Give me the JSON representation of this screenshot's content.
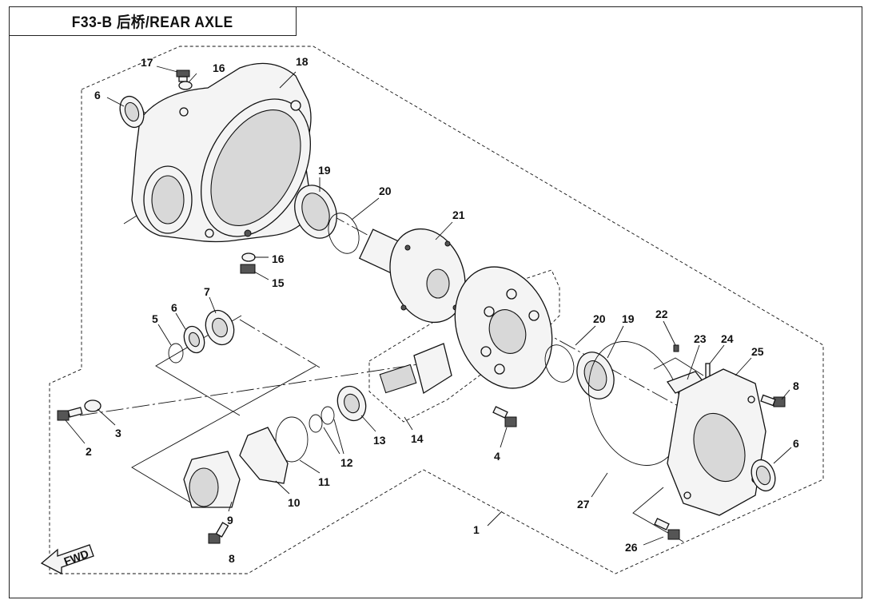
{
  "title": "F33-B 后桥/REAR  AXLE",
  "fwd_label": "FWD",
  "callouts": [
    {
      "id": "c1",
      "text": "1"
    },
    {
      "id": "c2",
      "text": "2"
    },
    {
      "id": "c3",
      "text": "3"
    },
    {
      "id": "c4",
      "text": "4"
    },
    {
      "id": "c5",
      "text": "5"
    },
    {
      "id": "c6a",
      "text": "6"
    },
    {
      "id": "c6b",
      "text": "6"
    },
    {
      "id": "c6c",
      "text": "6"
    },
    {
      "id": "c7",
      "text": "7"
    },
    {
      "id": "c8a",
      "text": "8"
    },
    {
      "id": "c8b",
      "text": "8"
    },
    {
      "id": "c9",
      "text": "9"
    },
    {
      "id": "c10",
      "text": "10"
    },
    {
      "id": "c11",
      "text": "11"
    },
    {
      "id": "c12",
      "text": "12"
    },
    {
      "id": "c13",
      "text": "13"
    },
    {
      "id": "c14",
      "text": "14"
    },
    {
      "id": "c15",
      "text": "15"
    },
    {
      "id": "c16a",
      "text": "16"
    },
    {
      "id": "c16b",
      "text": "16"
    },
    {
      "id": "c17",
      "text": "17"
    },
    {
      "id": "c18",
      "text": "18"
    },
    {
      "id": "c19a",
      "text": "19"
    },
    {
      "id": "c19b",
      "text": "19"
    },
    {
      "id": "c20a",
      "text": "20"
    },
    {
      "id": "c20b",
      "text": "20"
    },
    {
      "id": "c21",
      "text": "21"
    },
    {
      "id": "c22",
      "text": "22"
    },
    {
      "id": "c23",
      "text": "23"
    },
    {
      "id": "c24",
      "text": "24"
    },
    {
      "id": "c25",
      "text": "25"
    },
    {
      "id": "c26",
      "text": "26"
    },
    {
      "id": "c27",
      "text": "27"
    }
  ]
}
